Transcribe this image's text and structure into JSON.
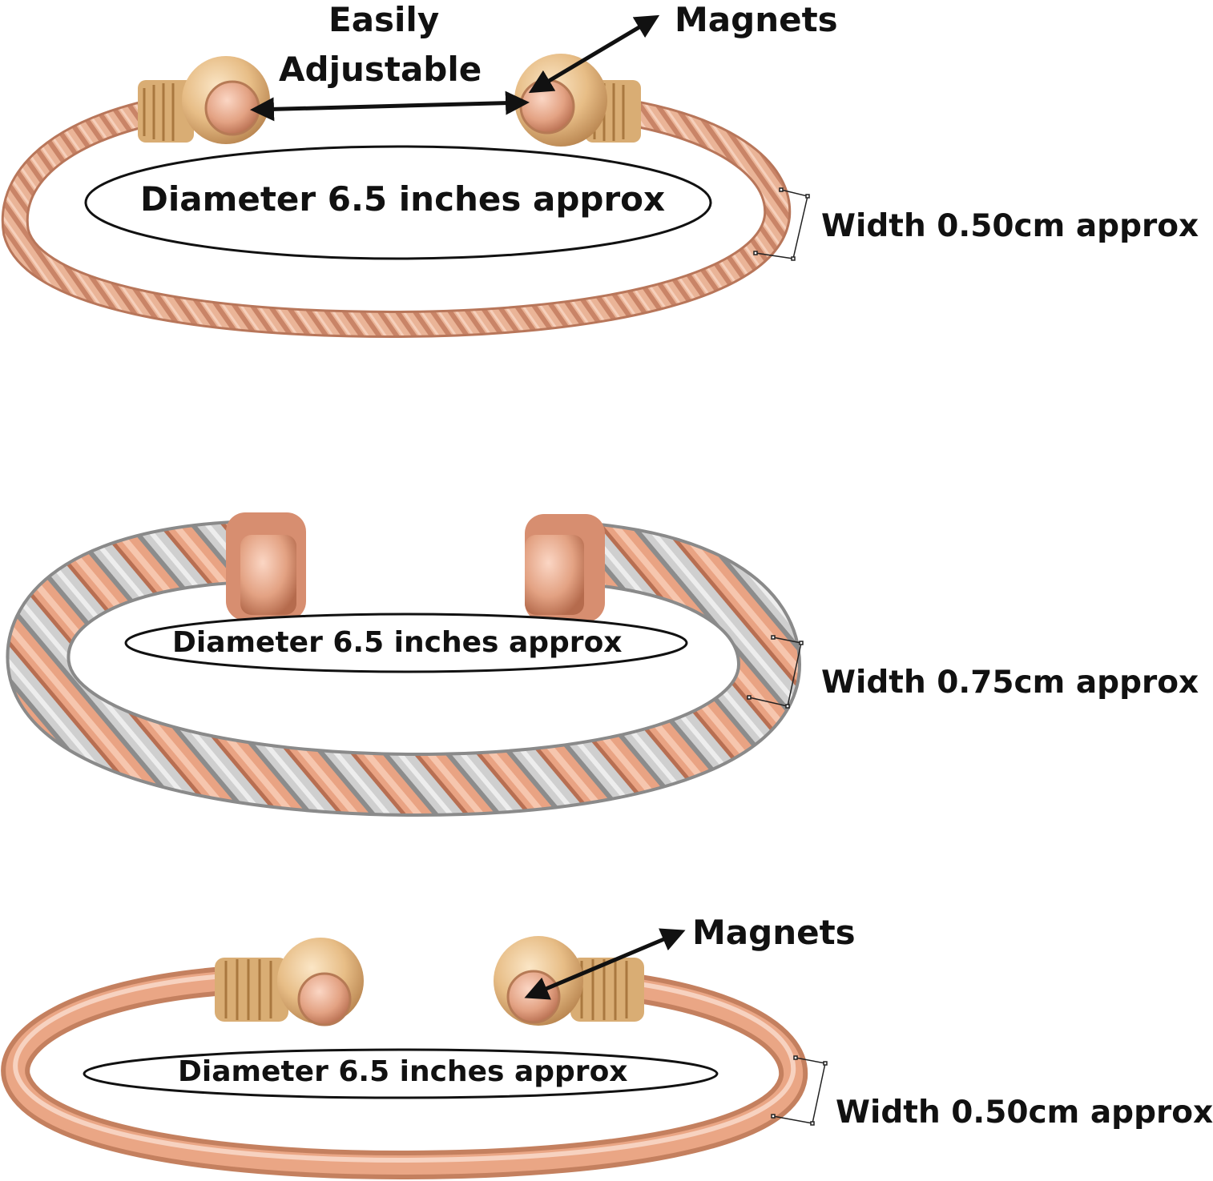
{
  "bracelet_1": {
    "label_adjustable_line1": "Easily",
    "label_adjustable_line2": "Adjustable",
    "label_magnets": "Magnets",
    "label_diameter": "Diameter 6.5 inches approx",
    "label_width": "Width 0.50cm approx"
  },
  "bracelet_2": {
    "label_diameter": "Diameter 6.5 inches approx",
    "label_width": "Width 0.75cm approx"
  },
  "bracelet_3": {
    "label_magnets": "Magnets",
    "label_diameter": "Diameter 6.5 inches approx",
    "label_width": "Width 0.50cm approx"
  },
  "colors": {
    "copper": "#e8a98a",
    "copper_dark": "#c98467",
    "silver": "#c9c9c9",
    "gold_end": "#e9c48c",
    "label_text": "#111111"
  }
}
